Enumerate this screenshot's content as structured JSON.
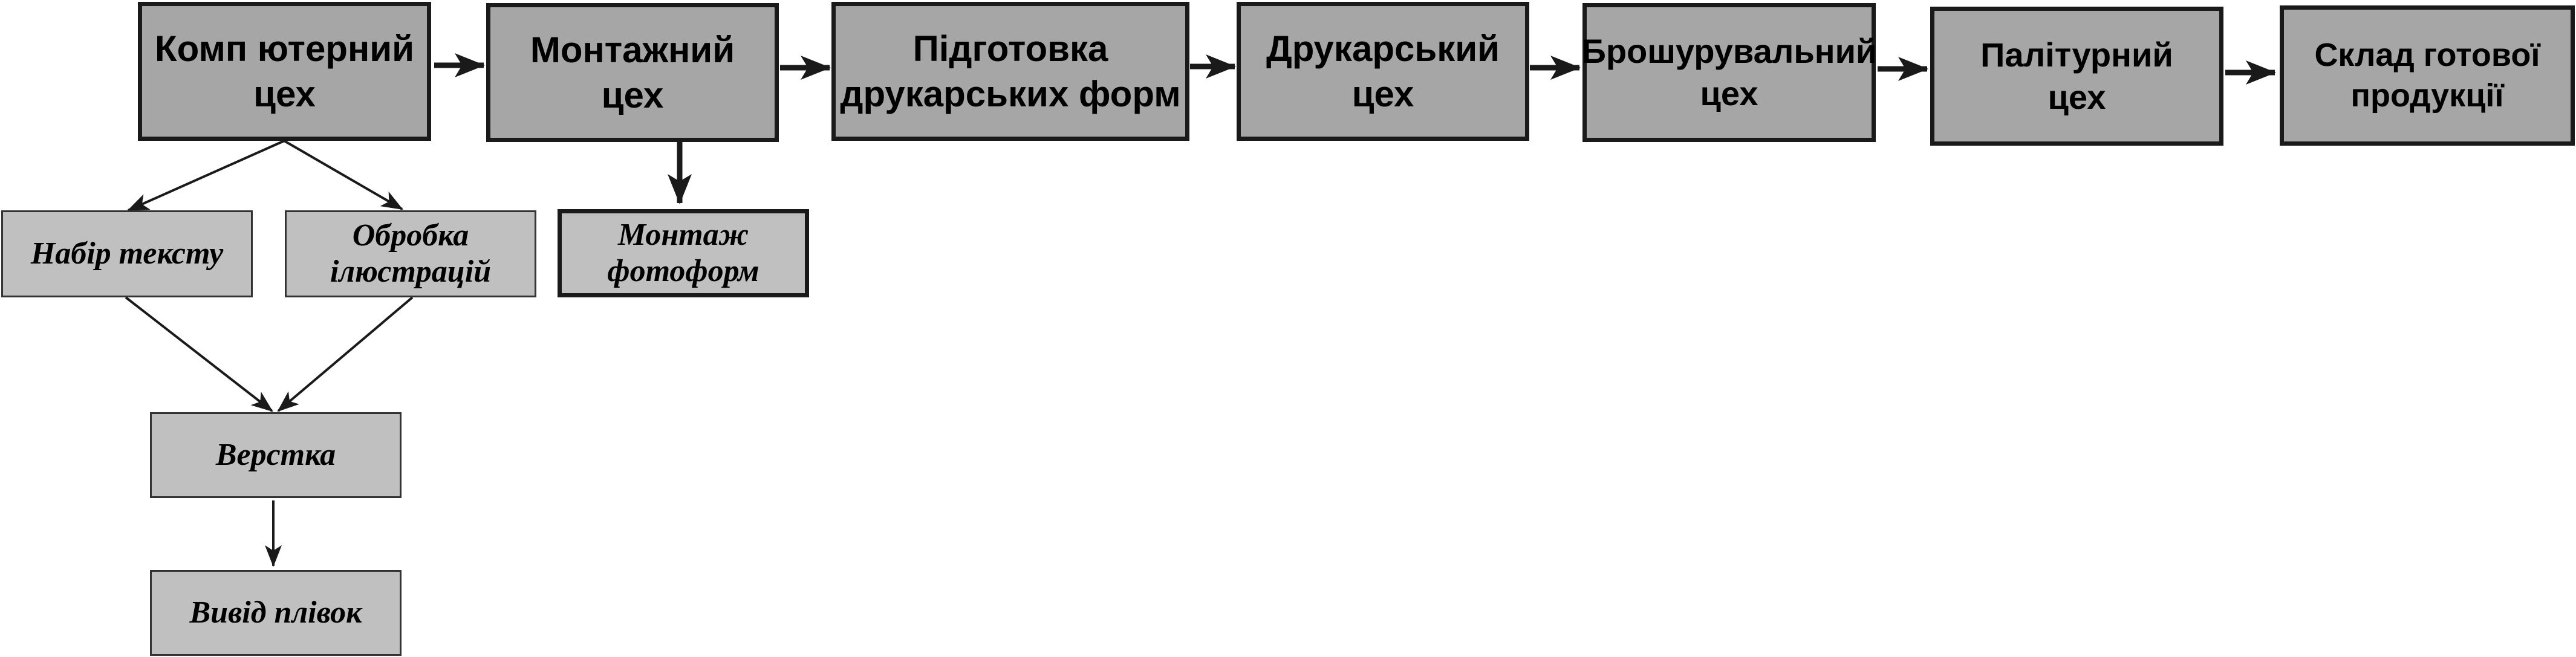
{
  "colors": {
    "main_box_fill": "#a6a6a6",
    "sub_box_fill": "#c0c0c0",
    "line": "#1a1a1a"
  },
  "main_flow": [
    {
      "id": "computer",
      "label": "Комп ютерний\nцех"
    },
    {
      "id": "assembly",
      "label": "Монтажний\nцех"
    },
    {
      "id": "prepress",
      "label": "Підготовка\nдрукарських форм"
    },
    {
      "id": "printing",
      "label": "Друкарський\nцех"
    },
    {
      "id": "binding",
      "label": "Брошурувальний\nцех"
    },
    {
      "id": "hardcover",
      "label": "Палітурний\nцех"
    },
    {
      "id": "warehouse",
      "label": "Склад готової\nпродукції"
    }
  ],
  "sub_steps": {
    "typing": "Набір тексту",
    "illustrations": "Обробка\nілюстрацій",
    "layout": "Верстка",
    "film_output": "Вивід плівок",
    "photoform_assembly": "Монтаж\nфотоформ"
  },
  "connections": [
    {
      "from": "computer",
      "to": "assembly"
    },
    {
      "from": "assembly",
      "to": "prepress"
    },
    {
      "from": "prepress",
      "to": "printing"
    },
    {
      "from": "printing",
      "to": "binding"
    },
    {
      "from": "binding",
      "to": "hardcover"
    },
    {
      "from": "hardcover",
      "to": "warehouse"
    },
    {
      "from": "computer",
      "to": "typing"
    },
    {
      "from": "computer",
      "to": "illustrations"
    },
    {
      "from": "typing",
      "to": "layout"
    },
    {
      "from": "illustrations",
      "to": "layout"
    },
    {
      "from": "layout",
      "to": "film_output"
    },
    {
      "from": "assembly",
      "to": "photoform_assembly"
    }
  ]
}
